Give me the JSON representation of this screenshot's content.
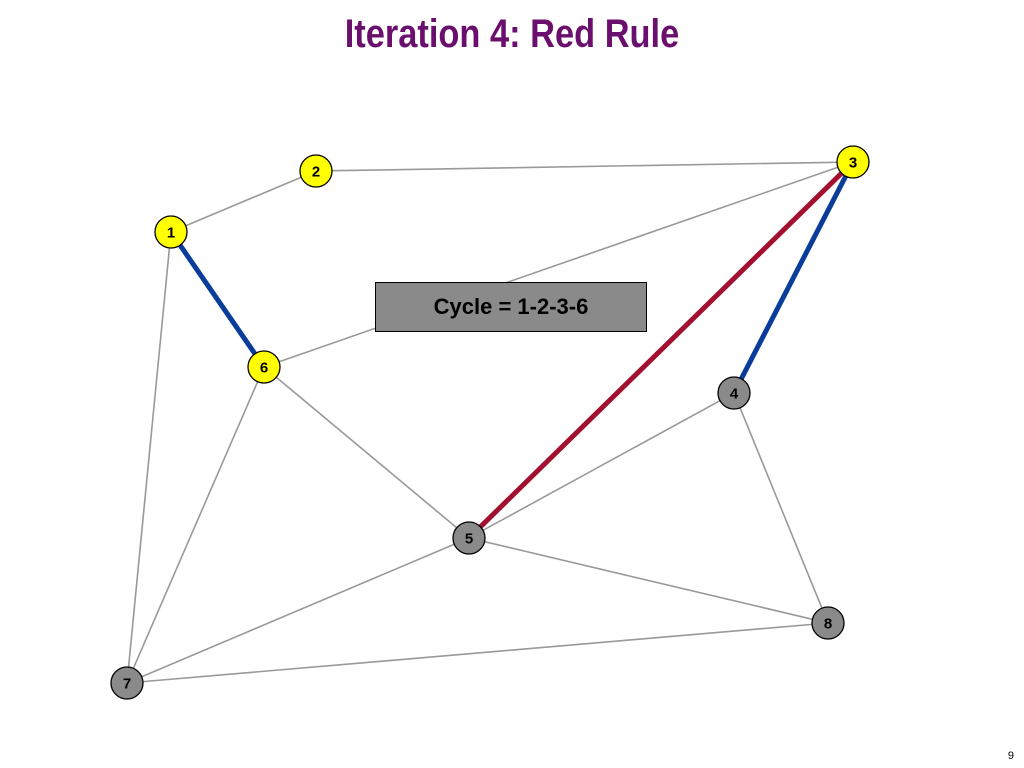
{
  "slide": {
    "title": "Iteration 4:  Red Rule",
    "cycle_label": "Cycle = 1-2-3-6",
    "page_number": "9"
  },
  "colors": {
    "title": "#6a0f6e",
    "tree_edge": "#0a3d9a",
    "red_edge": "#a3102f",
    "plain_edge": "#999999",
    "highlight_node": "#ffff00",
    "normal_node": "#8a8a8a"
  },
  "graph": {
    "nodes": [
      {
        "id": "1",
        "highlight": true
      },
      {
        "id": "2",
        "highlight": true
      },
      {
        "id": "3",
        "highlight": true
      },
      {
        "id": "4",
        "highlight": false
      },
      {
        "id": "5",
        "highlight": false
      },
      {
        "id": "6",
        "highlight": true
      },
      {
        "id": "7",
        "highlight": false
      },
      {
        "id": "8",
        "highlight": false
      }
    ],
    "edges": [
      {
        "from": "2",
        "to": "3",
        "type": "plain"
      },
      {
        "from": "1",
        "to": "2",
        "type": "plain"
      },
      {
        "from": "6",
        "to": "3",
        "type": "plain"
      },
      {
        "from": "1",
        "to": "7",
        "type": "plain"
      },
      {
        "from": "6",
        "to": "7",
        "type": "plain"
      },
      {
        "from": "6",
        "to": "5",
        "type": "plain"
      },
      {
        "from": "5",
        "to": "4",
        "type": "plain"
      },
      {
        "from": "4",
        "to": "8",
        "type": "plain"
      },
      {
        "from": "5",
        "to": "8",
        "type": "plain"
      },
      {
        "from": "7",
        "to": "5",
        "type": "plain"
      },
      {
        "from": "7",
        "to": "8",
        "type": "plain"
      },
      {
        "from": "1",
        "to": "6",
        "type": "tree"
      },
      {
        "from": "3",
        "to": "4",
        "type": "tree"
      },
      {
        "from": "3",
        "to": "5",
        "type": "red"
      }
    ]
  }
}
